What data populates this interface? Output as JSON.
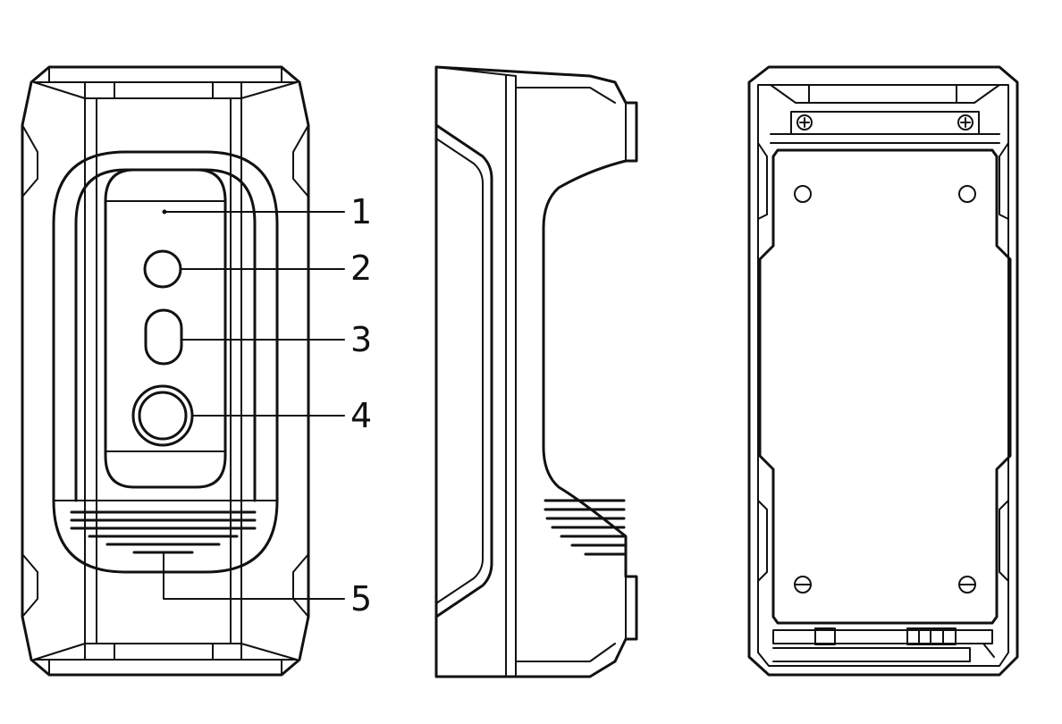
{
  "diagram": {
    "callouts": [
      {
        "number": "1"
      },
      {
        "number": "2"
      },
      {
        "number": "3"
      },
      {
        "number": "4"
      },
      {
        "number": "5"
      }
    ]
  }
}
